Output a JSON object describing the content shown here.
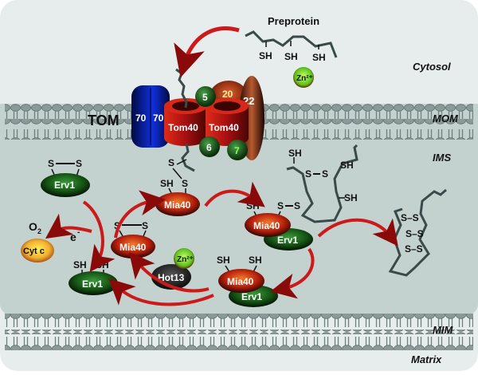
{
  "diagram": {
    "compartments": {
      "cytosol": "Cytosol",
      "mom": "MOM",
      "ims": "IMS",
      "mim": "MIM",
      "matrix": "Matrix"
    },
    "tom_complex": {
      "label": "TOM",
      "tom70_a": "70",
      "tom70_b": "70",
      "tom40_a": "Tom40",
      "tom40_b": "Tom40",
      "tom5": "5",
      "tom20": "20",
      "tom22": "22",
      "tom6": "6",
      "tom7": "7"
    },
    "preprotein": {
      "label": "Preprotein",
      "thiols": [
        "SH",
        "SH",
        "SH"
      ],
      "zinc": "Zn²⁺"
    },
    "proteins": {
      "erv1_oxidized": "Erv1",
      "erv1_reduced": "Erv1",
      "mia40_bound": "Mia40",
      "mia40_oxidized": "Mia40",
      "mia40_erv1_complex_mia40": "Mia40",
      "mia40_erv1_complex_erv1": "Erv1",
      "mia40_erv1_reduced_mia40": "Mia40",
      "mia40_erv1_reduced_erv1": "Erv1",
      "hot13": "Hot13",
      "hot13_zinc": "Zn²⁺",
      "cytc": "Cyt c"
    },
    "chemistry": {
      "o2": "O",
      "o2_sub": "2",
      "electron": "e",
      "electron_sup": "-",
      "sh": "SH",
      "s": "S",
      "ss": "S–S"
    },
    "colors": {
      "arrow": "#cc1a1a",
      "tom70": "#1030d0",
      "tom40": "#b01010",
      "erv1": "#1e6a1e",
      "mia40": "#c0401a",
      "lipid": "#7d8f8d",
      "chain": "#3a4a4a"
    }
  }
}
